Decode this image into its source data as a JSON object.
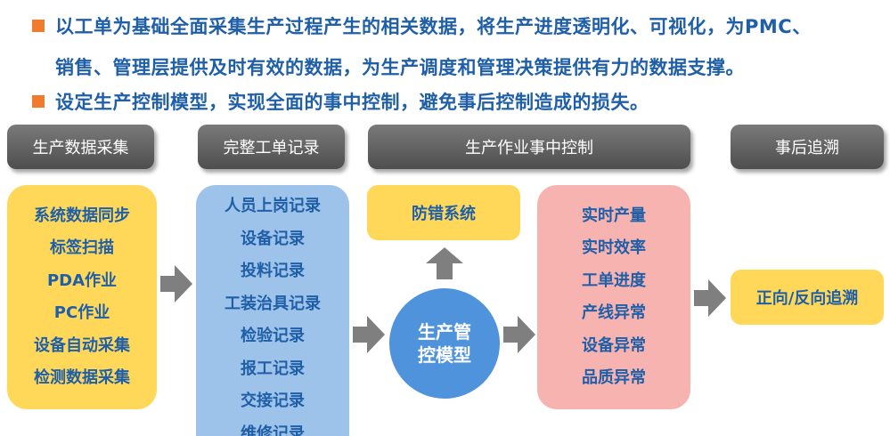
{
  "intro": {
    "line1": "以工单为基础全面采集生产过程产生的相关数据，将生产进度透明化、可视化，为PMC、",
    "line1_cont": "销售、管理层提供及时有效的数据，为生产调度和管理决策提供有力的数据支撑。",
    "line2": "设定生产控制模型，实现全面的事中控制，避免事后控制造成的损失。"
  },
  "headers": [
    "生产数据采集",
    "完整工单记录",
    "生产作业事中控制",
    "事后追溯"
  ],
  "collection_items": [
    "系统数据同步",
    "标签扫描",
    "PDA作业",
    "PC作业",
    "设备自动采集",
    "检测数据采集"
  ],
  "record_items": [
    "人员上岗记录",
    "设备记录",
    "投料记录",
    "工装治具记录",
    "检验记录",
    "报工记录",
    "交接记录",
    "维修记录"
  ],
  "error_proof": "防错系统",
  "model": "生产管控模型",
  "control_items": [
    "实时产量",
    "实时效率",
    "工单进度",
    "产线异常",
    "设备异常",
    "品质异常"
  ],
  "trace": "正向/反向追溯",
  "colors": {
    "title_blue": "#1f5fa8",
    "bullet_orange": "#f07a2e",
    "header_gray": "#5e5e5e",
    "yellow_box": "#ffd85a",
    "blue_box": "#9dc3ea",
    "pink_box": "#f7b3b0",
    "circle_blue": "#4f93dd",
    "arrow_gray": "#7f7f7f"
  }
}
